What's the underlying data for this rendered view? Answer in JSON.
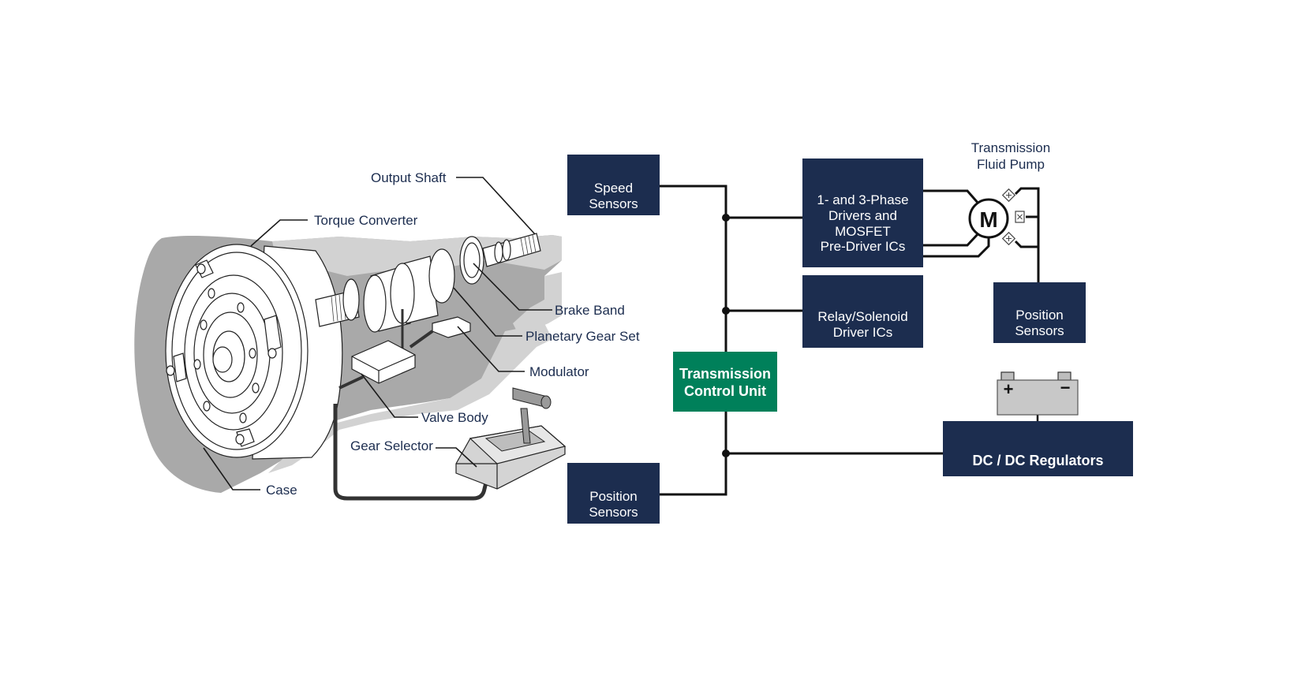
{
  "colors": {
    "navy": "#1c2d4f",
    "green": "#00805a",
    "case_gray": "#a9a9a9",
    "cutaway_gray": "#d2d2d2",
    "wire": "#111111",
    "battery": "#c8c8c8",
    "label_text": "#1c2d4f"
  },
  "illustration": {
    "title": "Automatic transmission cutaway",
    "callouts": {
      "output_shaft": "Output Shaft",
      "torque_converter": "Torque Converter",
      "brake_band": "Brake Band",
      "planetary_gear_set": "Planetary Gear Set",
      "modulator": "Modulator",
      "valve_body": "Valve Body",
      "gear_selector": "Gear Selector",
      "case": "Case"
    }
  },
  "blocks": {
    "speed_sensors": {
      "line1": "Speed",
      "line2": "Sensors"
    },
    "position_sensors_left": {
      "line1": "Position",
      "line2": "Sensors"
    },
    "tcu": {
      "line1": "Transmission",
      "line2": "Control Unit"
    },
    "drivers": {
      "line1": "1- and 3-Phase",
      "line2": "Drivers and",
      "line3": "MOSFET",
      "line4": "Pre-Driver ICs"
    },
    "relay": {
      "line1": "Relay/Solenoid",
      "line2": "Driver ICs"
    },
    "position_sensors_right": {
      "line1": "Position",
      "line2": "Sensors"
    },
    "dcdc": {
      "label": "DC / DC Regulators"
    }
  },
  "pump": {
    "title_line1": "Transmission",
    "title_line2": "Fluid Pump",
    "motor_symbol": "M"
  },
  "battery": {
    "plus": "+",
    "minus": "−"
  }
}
